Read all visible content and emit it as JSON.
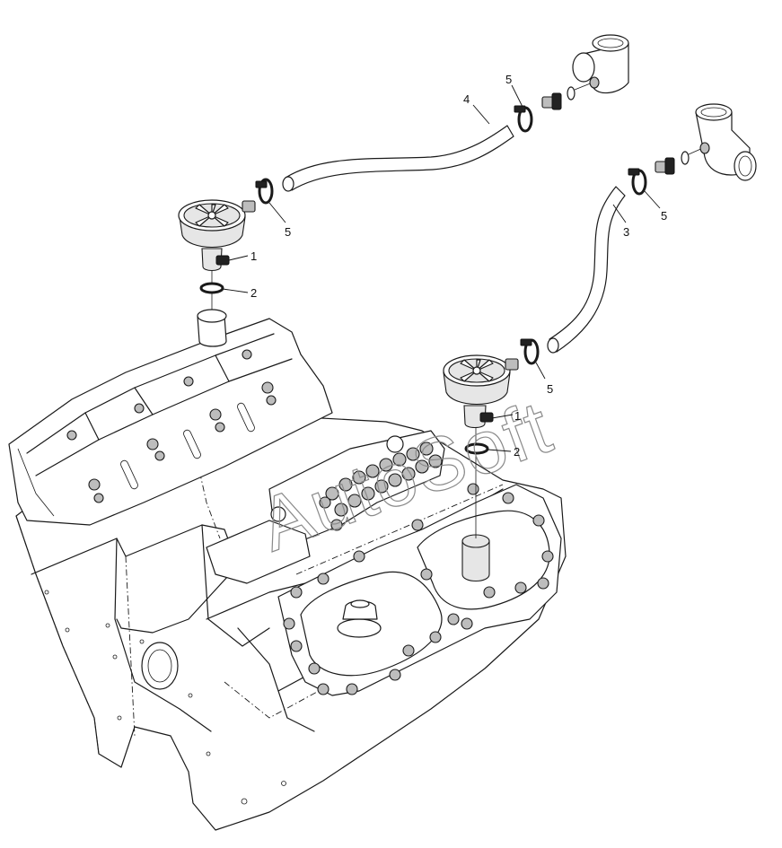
{
  "watermark": "AutoSoft",
  "callouts": [
    {
      "id": "c1a",
      "label": "1"
    },
    {
      "id": "c2a",
      "label": "2"
    },
    {
      "id": "c5a",
      "label": "5"
    },
    {
      "id": "c4",
      "label": "4"
    },
    {
      "id": "c5b",
      "label": "5"
    },
    {
      "id": "c5c",
      "label": "5"
    },
    {
      "id": "c3",
      "label": "3"
    },
    {
      "id": "c5d",
      "label": "5"
    },
    {
      "id": "c1b",
      "label": "1"
    },
    {
      "id": "c2b",
      "label": "2"
    }
  ]
}
